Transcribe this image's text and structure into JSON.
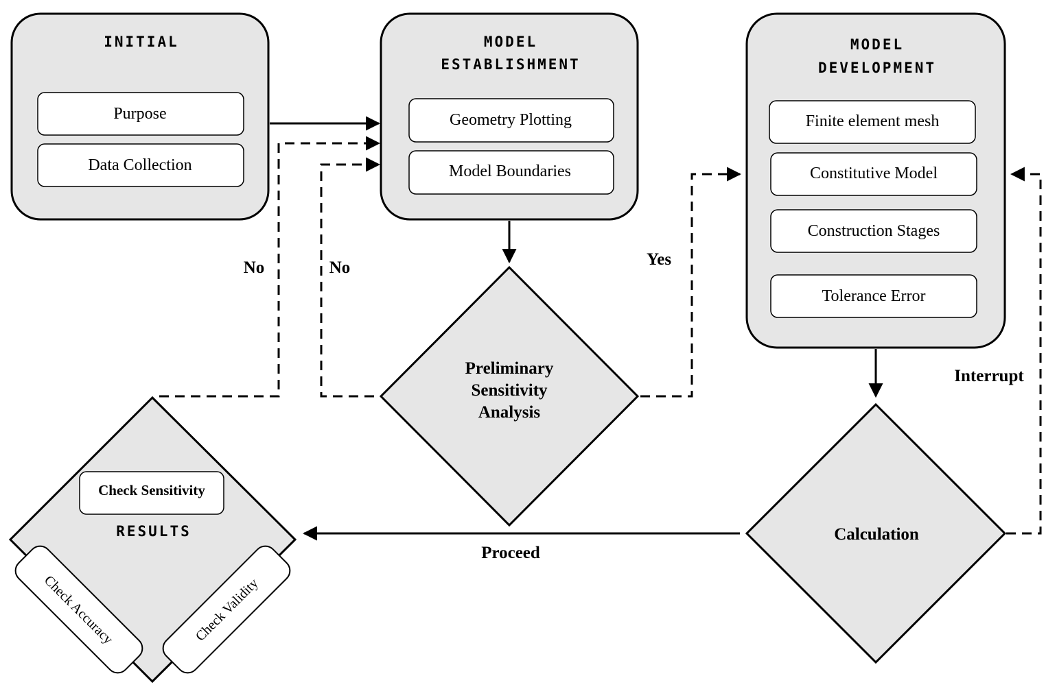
{
  "initial": {
    "title": "INITIAL",
    "items": [
      "Purpose",
      "Data Collection"
    ]
  },
  "establishment": {
    "title_line1": "MODEL",
    "title_line2": "ESTABLISHMENT",
    "items": [
      "Geometry Plotting",
      "Model Boundaries"
    ]
  },
  "development": {
    "title_line1": "MODEL",
    "title_line2": "DEVELOPMENT",
    "items": [
      "Finite element mesh",
      "Constitutive Model",
      "Construction Stages",
      "Tolerance Error"
    ]
  },
  "preliminary": {
    "lines": [
      "Preliminary",
      "Sensitivity",
      "Analysis"
    ]
  },
  "calculation": {
    "label": "Calculation"
  },
  "results": {
    "title": "RESULTS",
    "check_sensitivity": "Check Sensitivity",
    "check_accuracy": "Check Accuracy",
    "check_validity": "Check Validity"
  },
  "edges": {
    "no_left": "No",
    "no_right": "No",
    "yes": "Yes",
    "interrupt": "Interrupt",
    "proceed": "Proceed"
  }
}
